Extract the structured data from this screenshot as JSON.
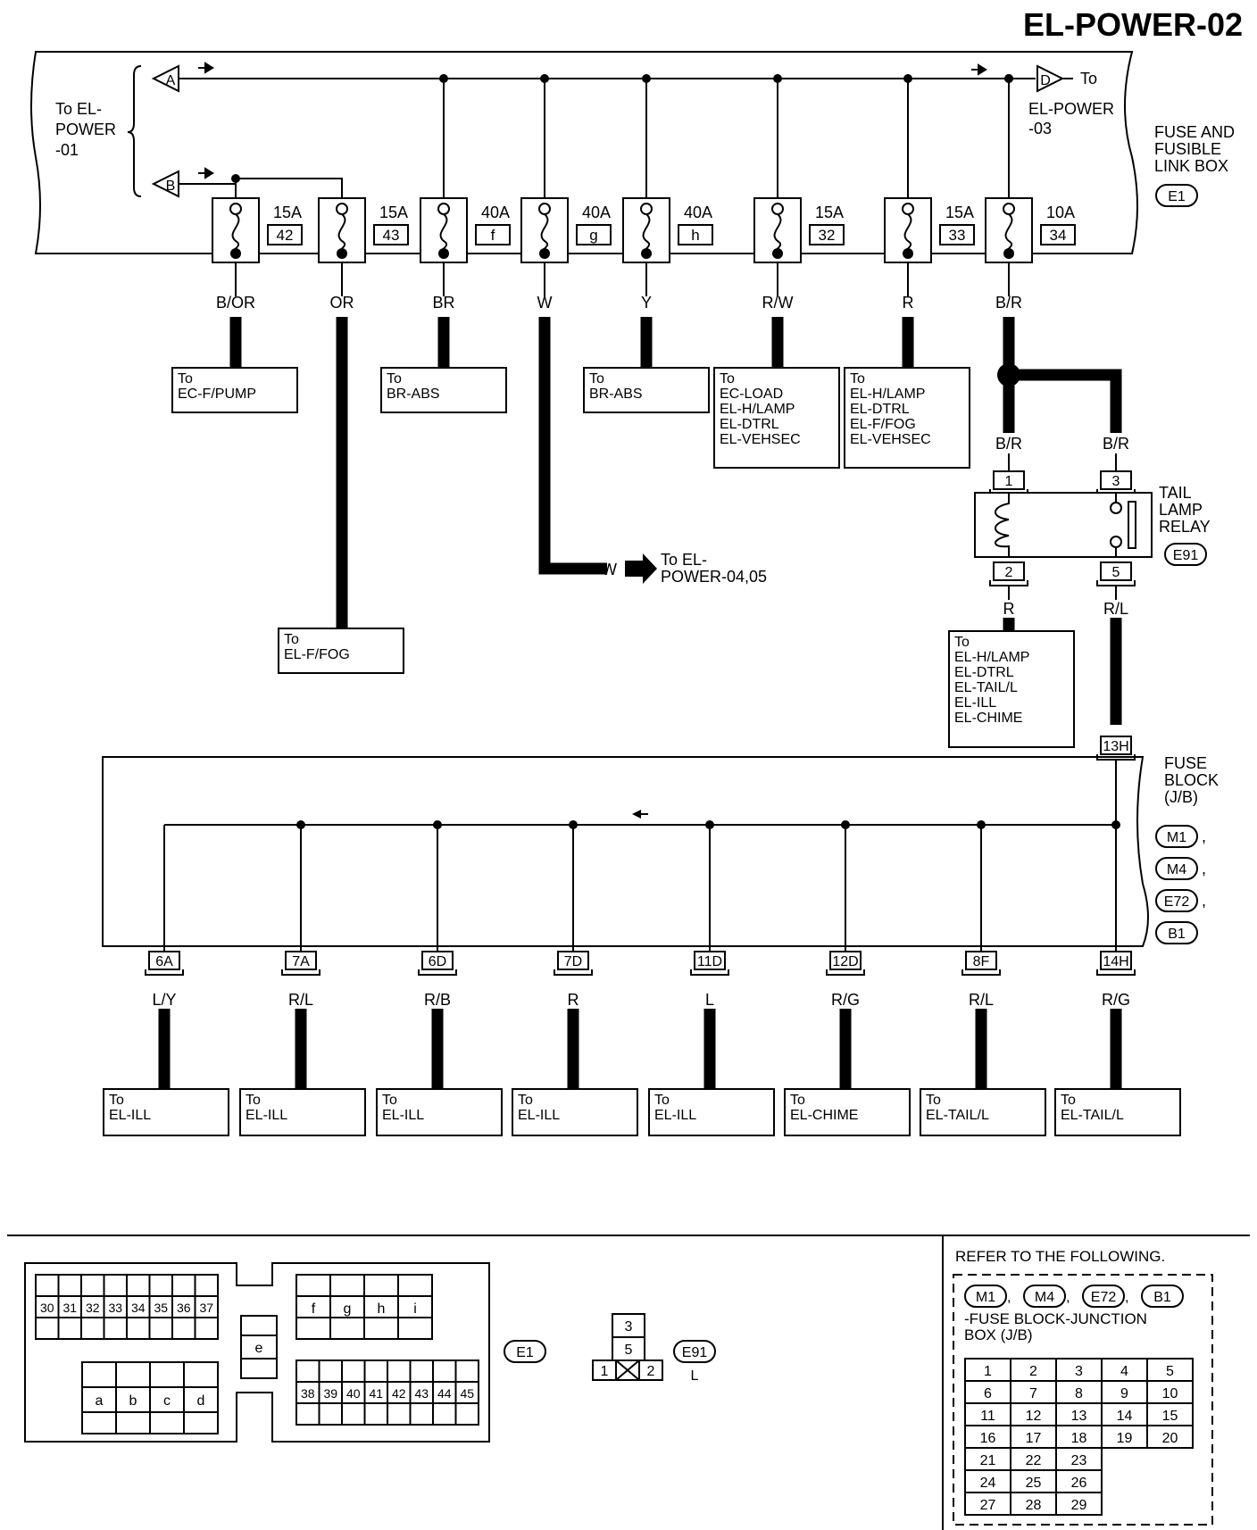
{
  "page_title": "EL-POWER-02",
  "connector_ids": {
    "a": "A",
    "b": "B",
    "d": "D"
  },
  "to_el_power_01": "To EL-\nPOWER\n-01",
  "to_el_power_03": "To\nEL-POWER\n-03",
  "fuse_link_box": {
    "label": "FUSE AND\nFUSIBLE\nLINK BOX",
    "connector": "E1"
  },
  "fuses": [
    {
      "rating": "15A",
      "id": "42",
      "wire": "B/OR",
      "dest": "To\nEC-F/PUMP"
    },
    {
      "rating": "15A",
      "id": "43",
      "wire": "OR",
      "dest": "To\nEL-F/FOG"
    },
    {
      "rating": "40A",
      "id": "f",
      "wire": "BR",
      "dest": "To\nBR-ABS"
    },
    {
      "rating": "40A",
      "id": "g",
      "wire": "W",
      "dest": "To EL-\nPOWER-04,05"
    },
    {
      "rating": "40A",
      "id": "h",
      "wire": "Y",
      "dest": "To\nBR-ABS"
    },
    {
      "rating": "15A",
      "id": "32",
      "wire": "R/W",
      "dest": "To\nEC-LOAD\nEL-H/LAMP\nEL-DTRL\nEL-VEHSEC"
    },
    {
      "rating": "15A",
      "id": "33",
      "wire": "R",
      "dest": "To\nEL-H/LAMP\nEL-DTRL\nEL-F/FOG\nEL-VEHSEC"
    },
    {
      "rating": "10A",
      "id": "34",
      "wire": "B/R",
      "dest": ""
    }
  ],
  "w_junction_label": "W",
  "relay": {
    "label": "TAIL\nLAMP\nRELAY",
    "connector": "E91",
    "pins": [
      "1",
      "3",
      "2",
      "5"
    ],
    "wires_in": [
      "B/R",
      "B/R"
    ],
    "wire_out_2": "R",
    "wire_out_5": "R/L",
    "dest_2": "To\nEL-H/LAMP\nEL-DTRL\nEL-TAIL/L\nEL-ILL\nEL-CHIME"
  },
  "fuse_block": {
    "label": "FUSE\nBLOCK\n(J/B)",
    "input_pin": "13H",
    "connectors": [
      "M1",
      "M4",
      "E72",
      "B1"
    ],
    "outputs": [
      {
        "pin": "6A",
        "wire": "L/Y",
        "dest": "To\nEL-ILL"
      },
      {
        "pin": "7A",
        "wire": "R/L",
        "dest": "To\nEL-ILL"
      },
      {
        "pin": "6D",
        "wire": "R/B",
        "dest": "To\nEL-ILL"
      },
      {
        "pin": "7D",
        "wire": "R",
        "dest": "To\nEL-ILL"
      },
      {
        "pin": "11D",
        "wire": "L",
        "dest": "To\nEL-ILL"
      },
      {
        "pin": "12D",
        "wire": "R/G",
        "dest": "To\nEL-CHIME"
      },
      {
        "pin": "8F",
        "wire": "R/L",
        "dest": "To\nEL-TAIL/L"
      },
      {
        "pin": "14H",
        "wire": "R/G",
        "dest": "To\nEL-TAIL/L"
      }
    ]
  },
  "e1_face": {
    "top_cells": [
      "30",
      "31",
      "32",
      "33",
      "34",
      "35",
      "36",
      "37"
    ],
    "letter_cells": [
      "a",
      "b",
      "c",
      "d"
    ],
    "e_cell": "e",
    "fgh": [
      "f",
      "g",
      "h",
      "i"
    ],
    "bottom_cells": [
      "38",
      "39",
      "40",
      "41",
      "42",
      "43",
      "44",
      "45"
    ],
    "connector": "E1"
  },
  "e91_face": {
    "pins": [
      "3",
      "5",
      "1",
      "2"
    ],
    "connector": "E91",
    "color": "L"
  },
  "refer": {
    "title": "REFER TO THE FOLLOWING.",
    "connectors": [
      "M1",
      "M4",
      "E72",
      "B1"
    ],
    "desc": "-FUSE BLOCK-JUNCTION\nBOX (J/B)",
    "grid": [
      [
        "1",
        "2",
        "3",
        "4",
        "5"
      ],
      [
        "6",
        "7",
        "8",
        "9",
        "10"
      ],
      [
        "11",
        "12",
        "13",
        "14",
        "15"
      ],
      [
        "16",
        "17",
        "18",
        "19",
        "20"
      ],
      [
        "21",
        "22",
        "23"
      ],
      [
        "24",
        "25",
        "26"
      ],
      [
        "27",
        "28",
        "29"
      ]
    ]
  }
}
